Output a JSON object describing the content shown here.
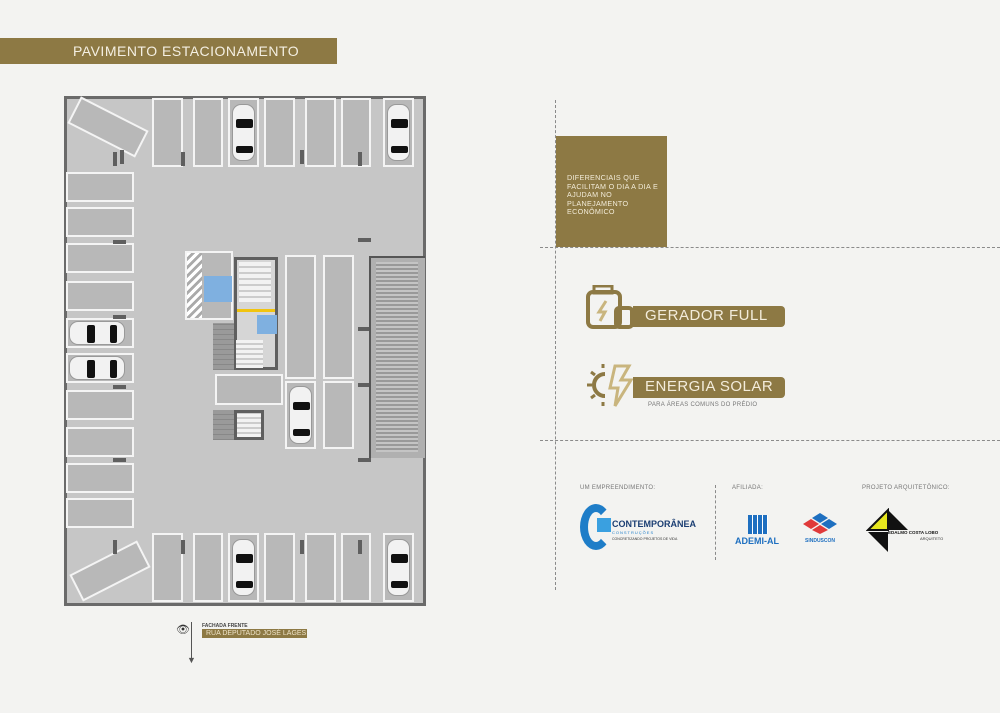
{
  "header": {
    "title": "PAVIMENTO ESTACIONAMENTO"
  },
  "plan": {
    "facade_label": "FACHADA FRENTE",
    "street": "RUA DEPUTADO JOSÉ LAGES"
  },
  "highlight": {
    "text": "DIFERENCIAIS QUE FACILITAM O DIA A DIA E AJUDAM NO PLANEJAMENTO ECONÔMICO"
  },
  "features": [
    {
      "label": "GERADOR FULL",
      "icon": "generator-icon"
    },
    {
      "label": "ENERGIA SOLAR",
      "sub": "PARA ÁREAS COMUNS DO PRÉDIO",
      "icon": "solar-energy-icon"
    }
  ],
  "credits": {
    "developer_label": "UM EMPREENDIMENTO:",
    "developer": {
      "name": "CONTEMPORÂNEA",
      "sub": "CONSTRUÇÕES",
      "tagline": "CONCRETIZANDO PROJETOS DE VIDA"
    },
    "affiliate_label": "AFILIADA:",
    "affiliates": [
      "ADEMI-AL",
      "SINDUSCON"
    ],
    "architect_label": "PROJETO ARQUITETÔNICO:",
    "architect": {
      "name": "EDALMO COSTA LOBO",
      "sub": "ARQUITETO"
    }
  },
  "colors": {
    "brand": "#8d7944",
    "accessible": "#7fb0e0",
    "safety": "#f1c40f"
  }
}
